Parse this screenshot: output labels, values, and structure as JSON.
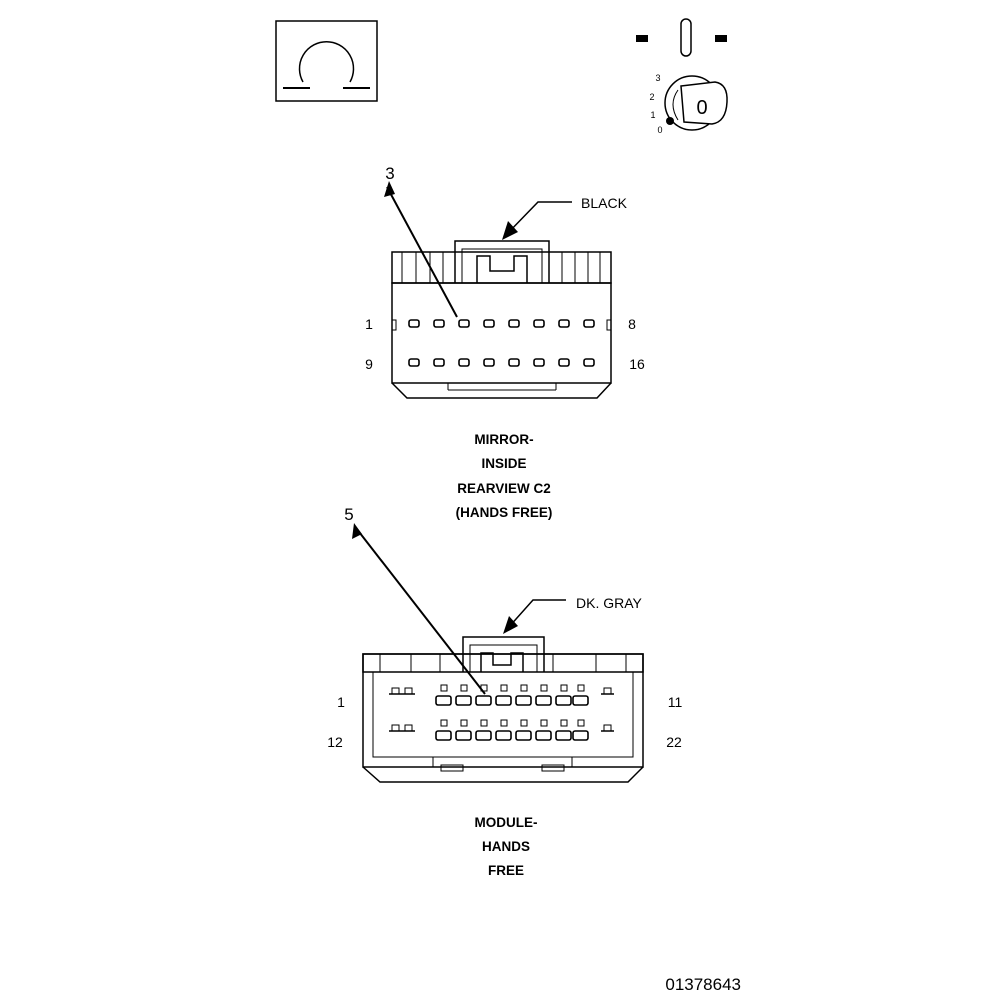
{
  "diagram": {
    "figure_id": "01378643",
    "top_left_symbol": "omega-symbol-icon",
    "top_right_symbol": "ignition-key-icon",
    "ignition_positions": [
      "3",
      "2",
      "1",
      "0"
    ],
    "ignition_key_label": "0",
    "connector_c2": {
      "callout_number": "3",
      "color_label": "BLACK",
      "pin_first_top": "1",
      "pin_last_top": "8",
      "pin_first_bottom": "9",
      "pin_last_bottom": "16",
      "title_lines": [
        "MIRROR-",
        "INSIDE",
        "REARVIEW C2",
        "(HANDS FREE)"
      ]
    },
    "connector_module": {
      "callout_number": "5",
      "color_label": "DK. GRAY",
      "pin_first_top": "1",
      "pin_last_top": "11",
      "pin_first_bottom": "12",
      "pin_last_bottom": "22",
      "title_lines": [
        "MODULE-",
        "HANDS",
        "FREE"
      ]
    }
  }
}
